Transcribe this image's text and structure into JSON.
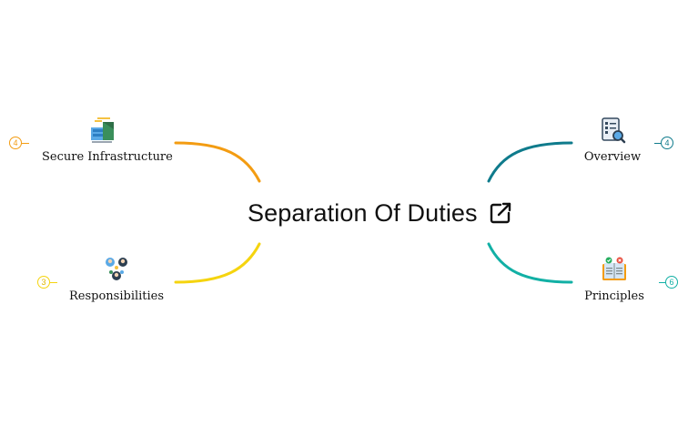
{
  "center": {
    "title": "Separation Of Duties",
    "icon": "external-link-icon"
  },
  "branches": {
    "secure_infrastructure": {
      "label": "Secure Infrastructure",
      "count": "4",
      "color": "#f39c12",
      "icon": "server-building-icon"
    },
    "responsibilities": {
      "label": "Responsibilities",
      "count": "3",
      "color": "#f5d40f",
      "icon": "people-roles-icon"
    },
    "overview": {
      "label": "Overview",
      "count": "4",
      "color": "#0f7b8c",
      "icon": "document-search-icon"
    },
    "principles": {
      "label": "Principles",
      "count": "6",
      "color": "#12b0a5",
      "icon": "checklist-book-icon"
    }
  }
}
